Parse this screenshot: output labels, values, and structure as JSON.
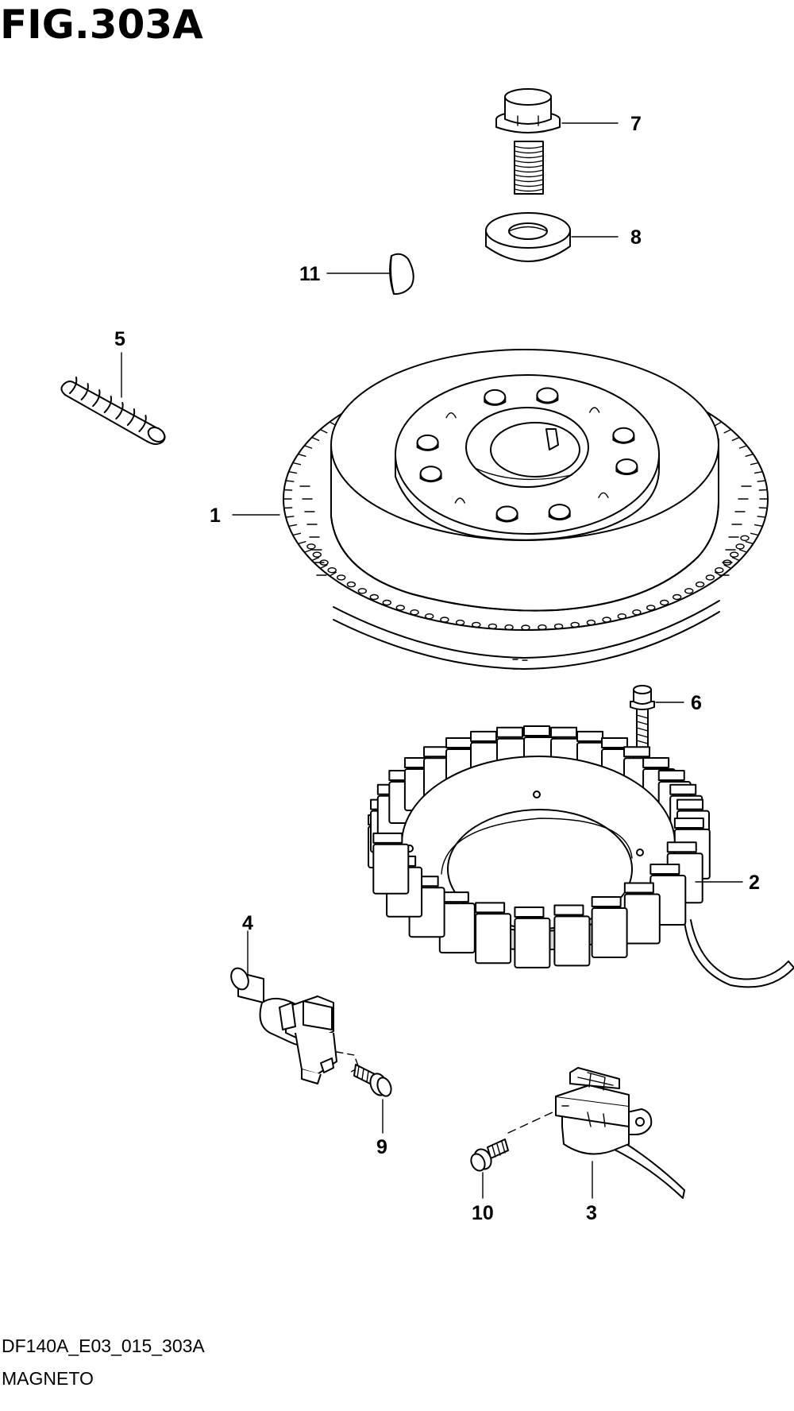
{
  "figure": {
    "title": "FIG.303A",
    "code": "DF140A_E03_015_303A",
    "name": "MAGNETO"
  },
  "callouts": [
    "1",
    "2",
    "3",
    "4",
    "5",
    "6",
    "7",
    "8",
    "9",
    "10",
    "11"
  ]
}
